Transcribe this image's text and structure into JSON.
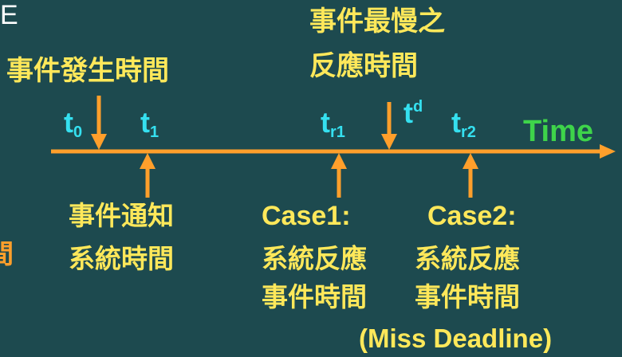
{
  "corner_letter": "E",
  "corner_left_char": "間",
  "event_occur_label": "事件發生時間",
  "event_slowest_label": [
    "事件最慢之",
    "反應時間"
  ],
  "axis_label": "Time",
  "time_points": {
    "t0": {
      "base": "t",
      "sub": "0"
    },
    "t1": {
      "base": "t",
      "sub": "1"
    },
    "tr1": {
      "base": "t",
      "sub": "r1"
    },
    "td": {
      "base": "t",
      "sup": "d"
    },
    "tr2": {
      "base": "t",
      "sub": "r2"
    }
  },
  "notify_label": [
    "事件通知",
    "系統時間"
  ],
  "case1": [
    "Case1:",
    "系統反應",
    "事件時間"
  ],
  "case2": [
    "Case2:",
    "系統反應",
    "事件時間"
  ],
  "miss_deadline": "(Miss Deadline)",
  "colors": {
    "background": "#1d4a4f",
    "axis_orange": "#ff9f2b",
    "label_yellow": "#ffe85a",
    "t_cyan": "#35e0f0",
    "time_green": "#3ed44a"
  }
}
